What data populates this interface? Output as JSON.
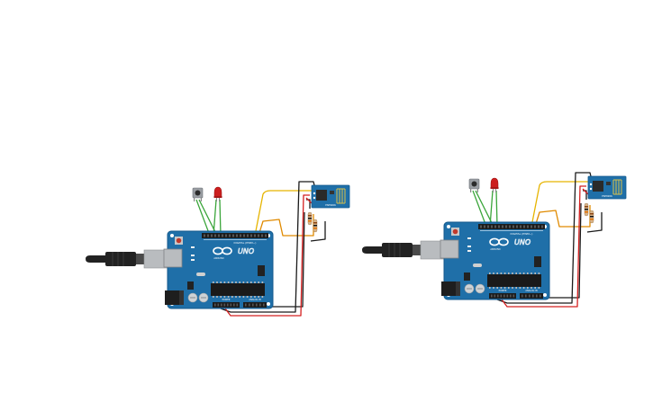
{
  "circuits": [
    {
      "id": "left",
      "board": {
        "brand_text": "ARDUINO",
        "model_text": "UNO",
        "digital_label": "DIGITAL (PWM~)",
        "analog_label": "ANALOG IN",
        "power_label": "POWER"
      },
      "wifi_module": {
        "label": "ESP8266"
      },
      "led_color": "#cc1f1f",
      "pushbutton": true
    },
    {
      "id": "right",
      "board": {
        "brand_text": "ARDUINO",
        "model_text": "UNO",
        "digital_label": "DIGITAL (PWM~)",
        "analog_label": "ANALOG IN",
        "power_label": "POWER"
      },
      "wifi_module": {
        "label": "ESP8266"
      },
      "led_color": "#cc1f1f",
      "pushbutton": true
    }
  ],
  "colors": {
    "board": "#1f6fa8",
    "board_dark": "#155a8c",
    "wire_green": "#3aa53a",
    "wire_yellow": "#e6b400",
    "wire_orange": "#e08a00",
    "wire_black": "#1a1a1a",
    "wire_red": "#d42020",
    "usb_black": "#222222",
    "usb_metal": "#b9bcbf"
  }
}
